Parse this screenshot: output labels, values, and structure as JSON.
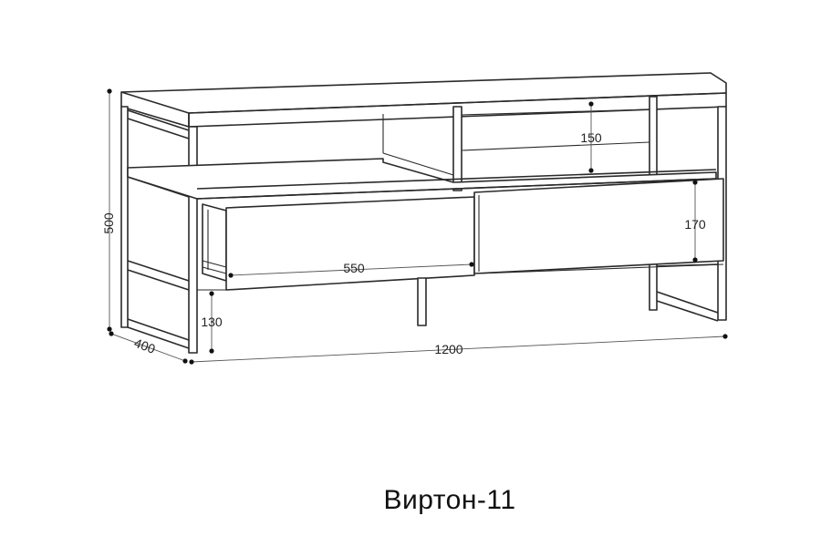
{
  "title": "Виртон-11",
  "dimensions": {
    "height": "500",
    "depth": "400",
    "width": "1200",
    "leg_clearance": "130",
    "drawer_width": "550",
    "shelf_gap": "150",
    "drawer_height": "170"
  }
}
